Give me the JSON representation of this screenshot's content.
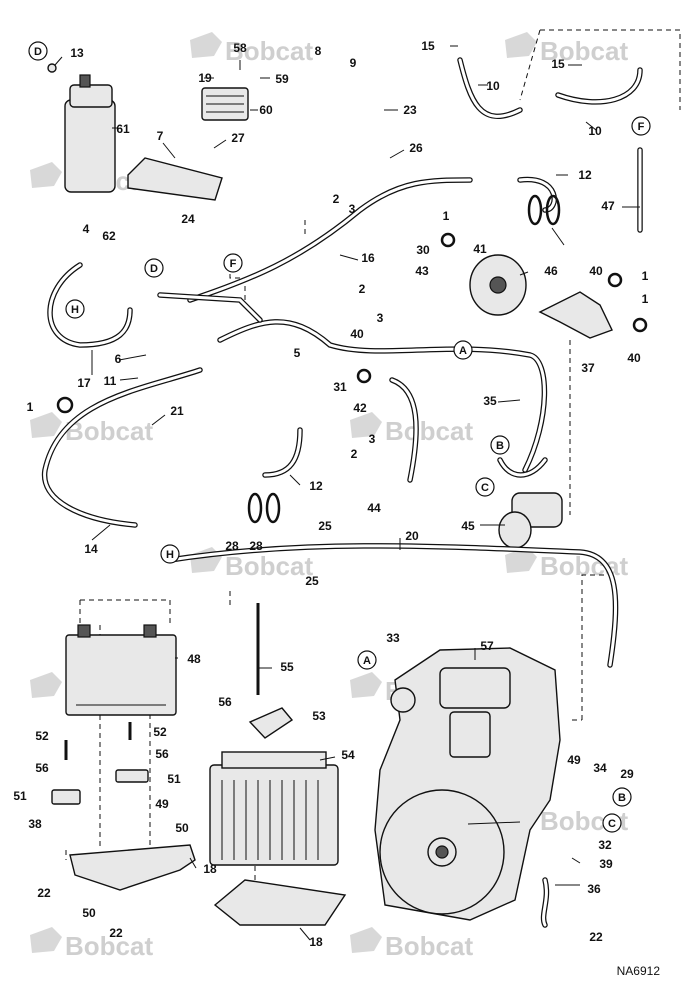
{
  "watermark": "Bobcat",
  "drawing_code": "NA6912",
  "callouts": [
    "13",
    "58",
    "8",
    "9",
    "15",
    "10",
    "15",
    "19",
    "59",
    "60",
    "23",
    "61",
    "7",
    "27",
    "26",
    "10",
    "12",
    "47",
    "24",
    "16",
    "2",
    "3",
    "4",
    "62",
    "1",
    "30",
    "41",
    "46",
    "40",
    "1",
    "43",
    "1",
    "2",
    "3",
    "17",
    "5",
    "40",
    "37",
    "40",
    "6",
    "11",
    "31",
    "42",
    "35",
    "1",
    "21",
    "3",
    "2",
    "14",
    "12",
    "44",
    "45",
    "28",
    "25",
    "20",
    "28",
    "25",
    "48",
    "55",
    "33",
    "57",
    "56",
    "53",
    "52",
    "52",
    "56",
    "54",
    "56",
    "51",
    "51",
    "49",
    "34",
    "29",
    "38",
    "49",
    "50",
    "32",
    "18",
    "39",
    "22",
    "36",
    "50",
    "22",
    "18",
    "22"
  ],
  "connection_letters": [
    "D",
    "D",
    "H",
    "F",
    "F",
    "A",
    "A",
    "B",
    "B",
    "C",
    "C",
    "H"
  ]
}
